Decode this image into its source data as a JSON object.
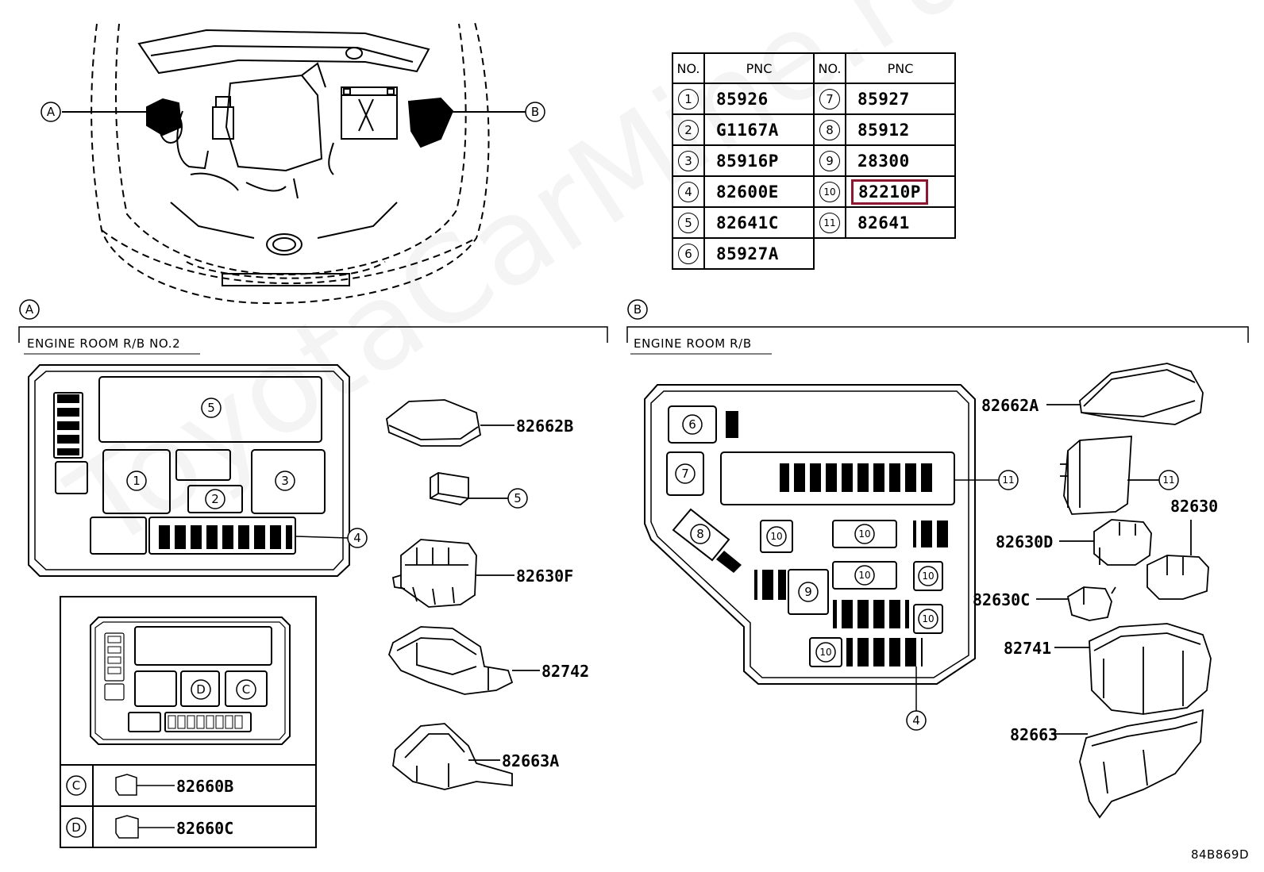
{
  "pnc_table": {
    "headers": [
      "NO.",
      "PNC",
      "NO.",
      "PNC"
    ],
    "rows": [
      {
        "no1": "1",
        "pnc1": "85926",
        "no2": "7",
        "pnc2": "85927"
      },
      {
        "no1": "2",
        "pnc1": "G1167A",
        "no2": "8",
        "pnc2": "85912"
      },
      {
        "no1": "3",
        "pnc1": "85916P",
        "no2": "9",
        "pnc2": "28300"
      },
      {
        "no1": "4",
        "pnc1": "82600E",
        "no2": "10",
        "pnc2": "82210P"
      },
      {
        "no1": "5",
        "pnc1": "82641C",
        "no2": "11",
        "pnc2": "82641"
      },
      {
        "no1": "6",
        "pnc1": "85927A",
        "no2": "",
        "pnc2": ""
      }
    ],
    "highlighted_pnc": "82210P",
    "highlight_color": "#8b1830"
  },
  "car_view": {
    "callout_a": "A",
    "callout_b": "B"
  },
  "section_a": {
    "marker": "A",
    "title": "ENGINE ROOM R/B NO.2",
    "box_labels": {
      "b5": "5",
      "b1": "1",
      "b2": "2",
      "b3": "3",
      "b4": "4",
      "c": "C",
      "d": "D"
    },
    "parts": {
      "p1": "82662B",
      "p2": "5",
      "p3": "82630F",
      "p4": "82742",
      "p5": "82663A"
    },
    "legend": [
      {
        "mark": "C",
        "pnc": "82660B"
      },
      {
        "mark": "D",
        "pnc": "82660C"
      }
    ]
  },
  "section_b": {
    "marker": "B",
    "title": "ENGINE ROOM R/B",
    "box_labels": {
      "b6": "6",
      "b7": "7",
      "b8": "8",
      "b9": "9",
      "b10": "10",
      "b11": "11",
      "b4": "4"
    },
    "parts": {
      "p1": "82662A",
      "p2": "11",
      "p3": "82630",
      "p4": "82630D",
      "p5": "82630C",
      "p6": "82741",
      "p7": "82663"
    }
  },
  "diagram_code": "84B869D",
  "watermark": "ToyotaCarMine.ru"
}
